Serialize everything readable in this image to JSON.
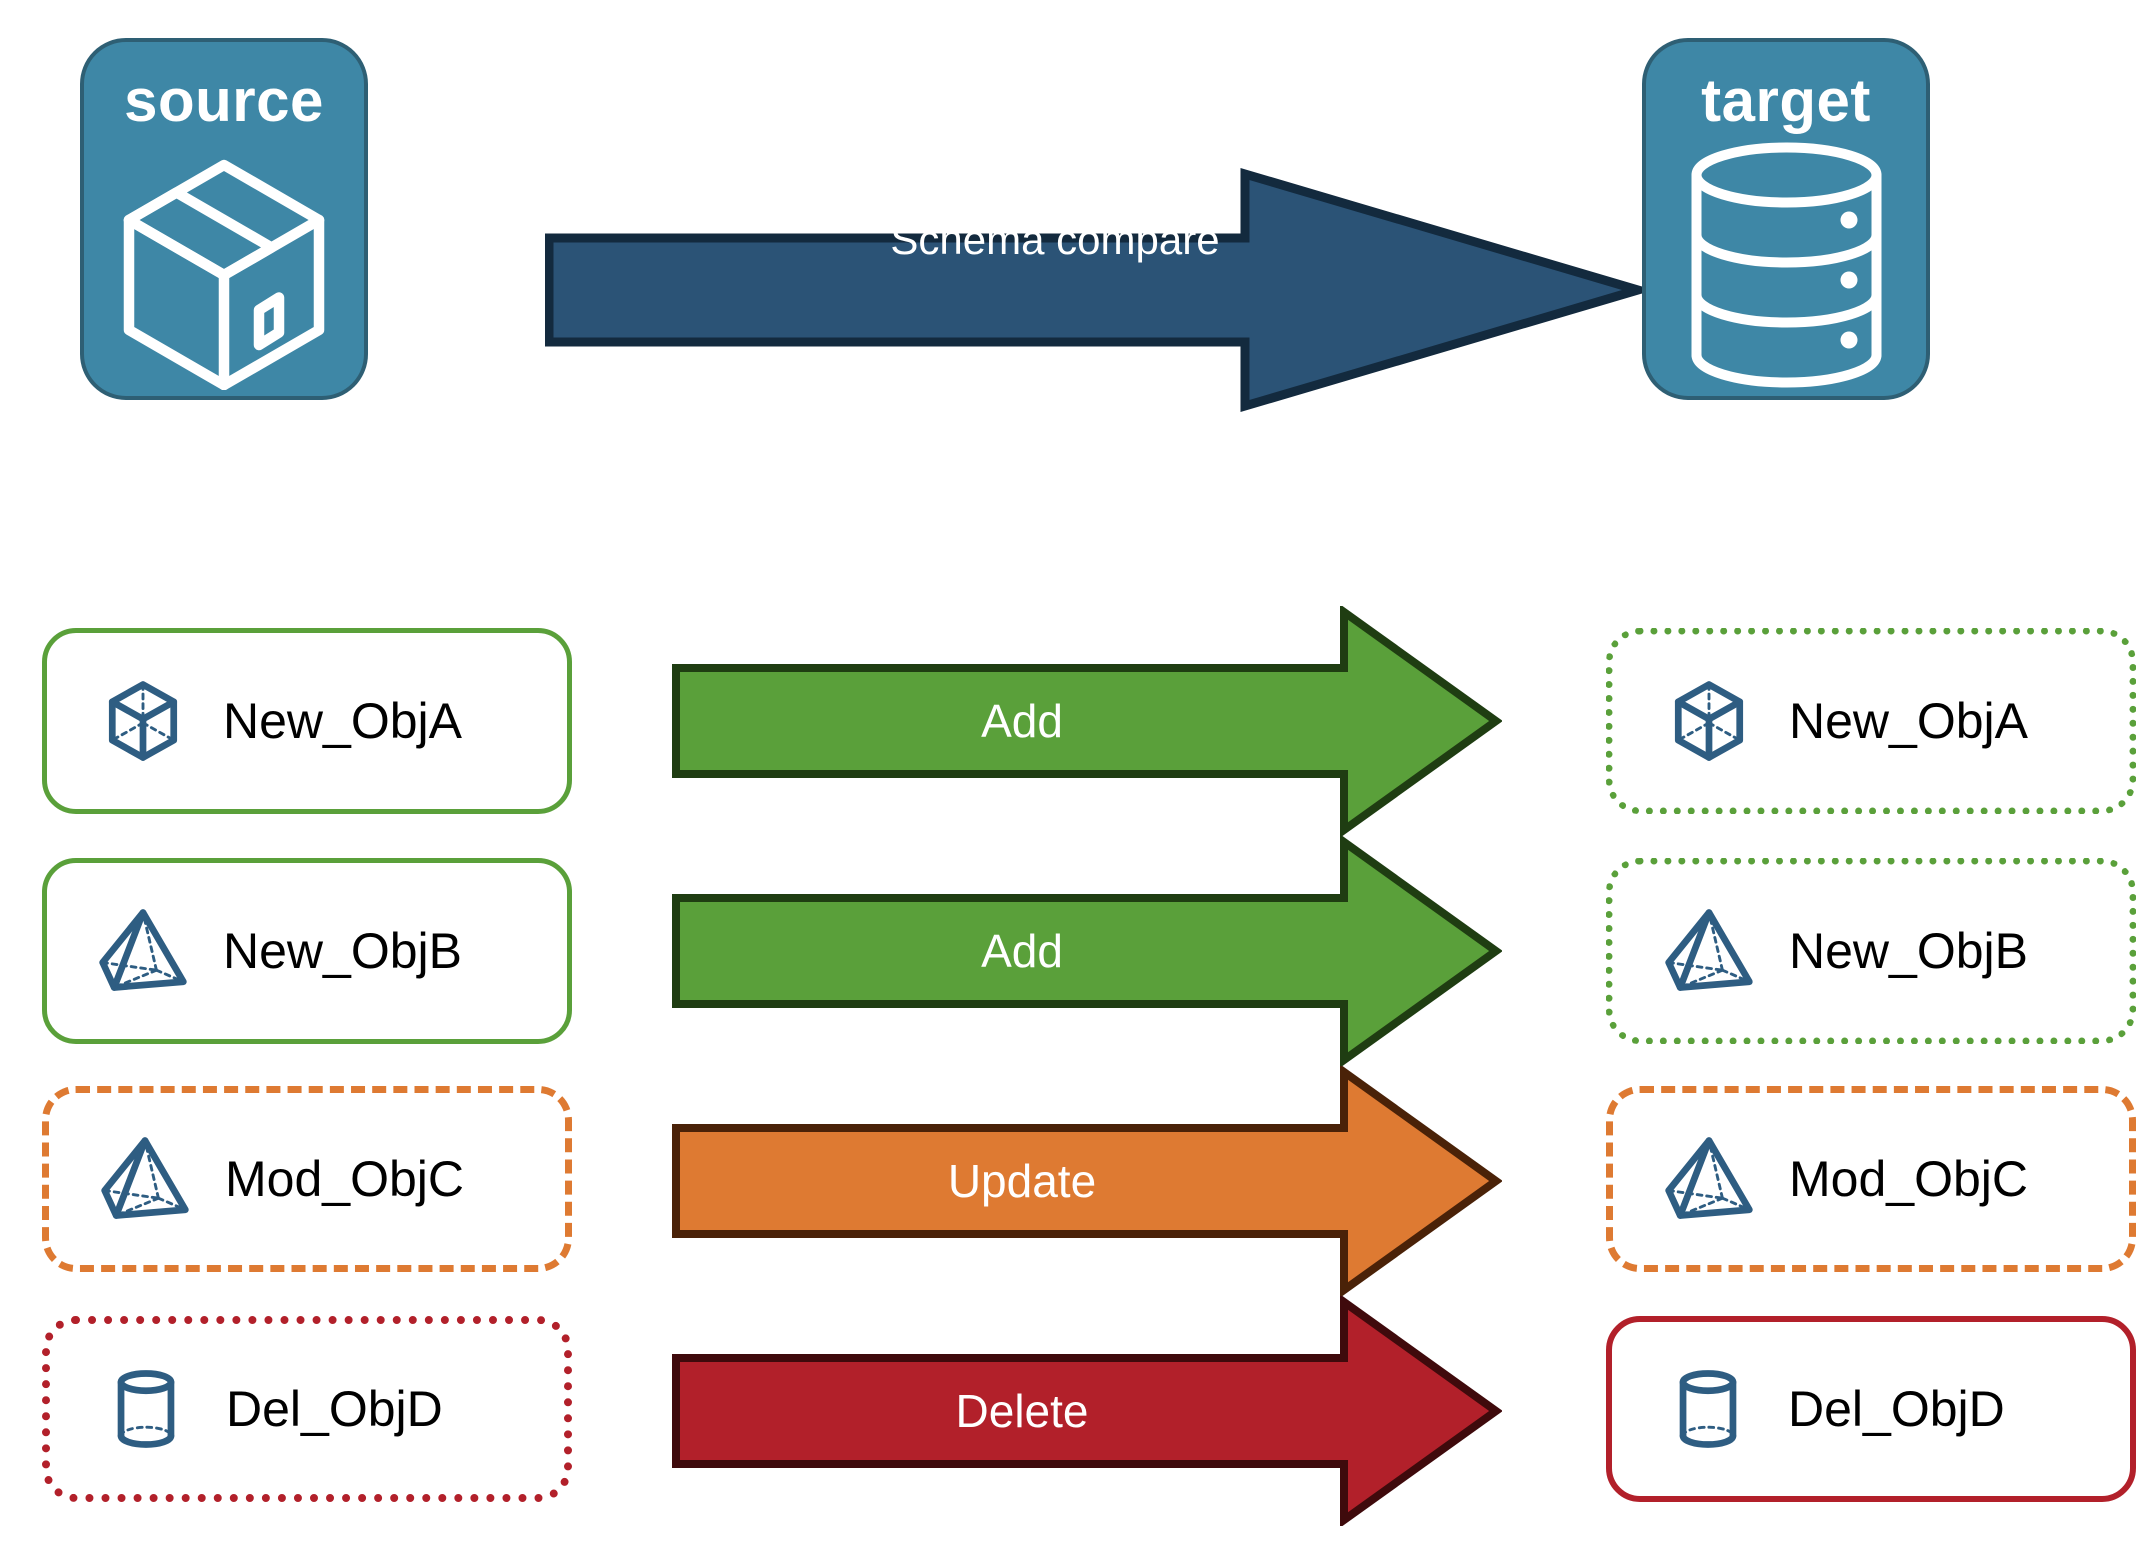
{
  "diagram": {
    "title": "Schema compare",
    "endpoints": [
      {
        "id": "source",
        "label": "source",
        "icon": "package-box-icon"
      },
      {
        "id": "target",
        "label": "target",
        "icon": "database-cylinder-icon"
      }
    ],
    "main_arrow": {
      "label": "Schema compare",
      "fill": "#2B5376",
      "stroke": "#132A3E",
      "direction": "right"
    },
    "rows": [
      {
        "source": {
          "label": "New_ObjA",
          "icon": "wireframe-cube-icon",
          "border_style": "solid",
          "border_color": "#5AA03A"
        },
        "action": {
          "label": "Add",
          "fill": "#5AA03A",
          "stroke": "#1F3D12"
        },
        "target": {
          "label": "New_ObjA",
          "icon": "wireframe-cube-icon",
          "border_style": "dotted",
          "border_color": "#5AA03A"
        }
      },
      {
        "source": {
          "label": "New_ObjB",
          "icon": "wireframe-pyramid-icon",
          "border_style": "solid",
          "border_color": "#5AA03A"
        },
        "action": {
          "label": "Add",
          "fill": "#5AA03A",
          "stroke": "#1F3D12"
        },
        "target": {
          "label": "New_ObjB",
          "icon": "wireframe-pyramid-icon",
          "border_style": "dotted",
          "border_color": "#5AA03A"
        }
      },
      {
        "source": {
          "label": "Mod_ObjC",
          "icon": "wireframe-pyramid-icon",
          "border_style": "dashed",
          "border_color": "#DE7A32"
        },
        "action": {
          "label": "Update",
          "fill": "#DE7A32",
          "stroke": "#4A2208"
        },
        "target": {
          "label": "Mod_ObjC",
          "icon": "wireframe-pyramid-icon",
          "border_style": "dashed",
          "border_color": "#DE7A32"
        }
      },
      {
        "source": {
          "label": "Del_ObjD",
          "icon": "wireframe-cylinder-icon",
          "border_style": "dotted",
          "border_color": "#B2202A"
        },
        "action": {
          "label": "Delete",
          "fill": "#B2202A",
          "stroke": "#3F0A0C"
        },
        "target": {
          "label": "Del_ObjD",
          "icon": "wireframe-cylinder-icon",
          "border_style": "solid",
          "border_color": "#B2202A"
        }
      }
    ],
    "colors": {
      "endpoint_fill": "#3E87A6",
      "endpoint_stroke": "#2E5F74",
      "icon_blue": "#2E5D82",
      "add_green": "#5AA03A",
      "update_orange": "#DE7A32",
      "delete_red": "#B2202A",
      "compare_blue": "#2B5376",
      "background": "#FFFFFF"
    }
  }
}
